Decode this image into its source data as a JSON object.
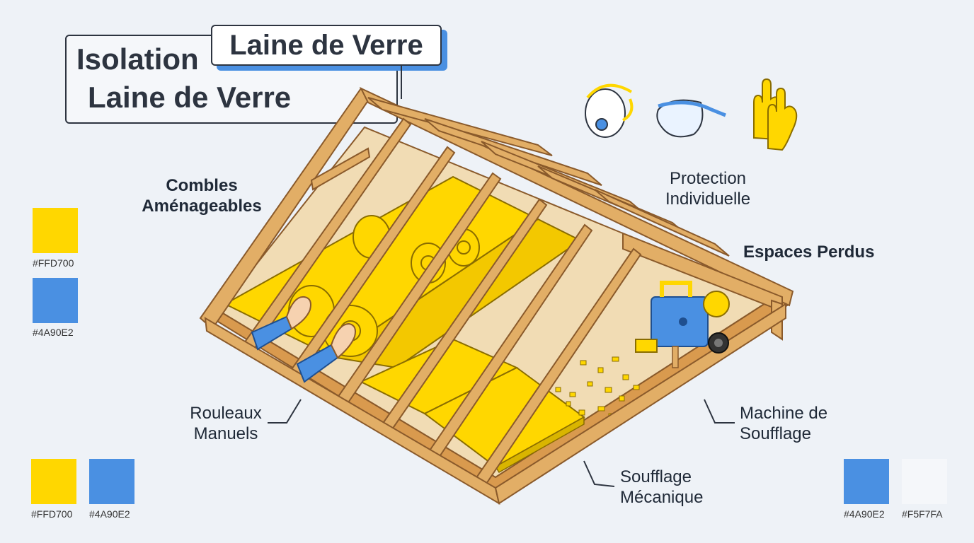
{
  "title": {
    "line1": "Isolation",
    "line2": "Laine de Verre",
    "tag": "Laine de Verre"
  },
  "labels": {
    "combles": "Combles Aménageables",
    "protection": "Protection Individuelle",
    "espaces": "Espaces Perdus",
    "rouleaux": "Rouleaux Manuels",
    "machine": "Machine de Soufflage",
    "soufflage": "Soufflage Mécanique"
  },
  "icons": [
    "respirator-mask-icon",
    "safety-glasses-icon",
    "work-gloves-icon",
    "blowing-machine-icon"
  ],
  "colors": {
    "yellow": "#FFD700",
    "blue": "#4A90E2",
    "light": "#F5F7FA",
    "wood": "#E2AE66"
  },
  "swatches": {
    "left_top": {
      "color": "#FFD700",
      "label": "#FFD700"
    },
    "left_mid": {
      "color": "#4A90E2",
      "label": "#4A90E2"
    },
    "bottom_left_1": {
      "color": "#FFD700",
      "label": "#FFD700"
    },
    "bottom_left_2": {
      "color": "#4A90E2",
      "label": "#4A90E2"
    },
    "bottom_right_1": {
      "color": "#4A90E2",
      "label": "#4A90E2"
    },
    "bottom_right_2": {
      "color": "#F5F7FA",
      "label": "#F5F7FA"
    }
  }
}
